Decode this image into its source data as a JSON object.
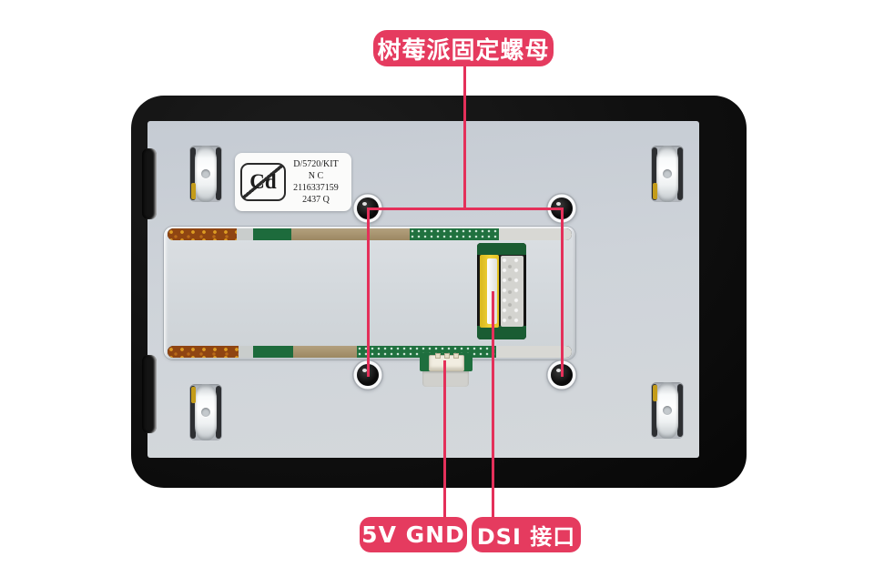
{
  "annotations": {
    "top_label": "树莓派固定螺母",
    "bottom_labels": [
      {
        "label": "5V GND"
      },
      {
        "label": "DSI 接口"
      }
    ],
    "accent_color": "#e4305a"
  },
  "device": {
    "sticker": {
      "logo_text": "Cd",
      "line1": "D/5720/KIT",
      "line2": "N C 2116337159",
      "line3": "2437 Q"
    }
  },
  "colors": {
    "frame_black": "#101010",
    "panel_gray": "#ced3d9",
    "pcb_green": "#1e6f3e",
    "cable_yellow": "#f2d338",
    "kapton_tan": "#a8946e"
  }
}
